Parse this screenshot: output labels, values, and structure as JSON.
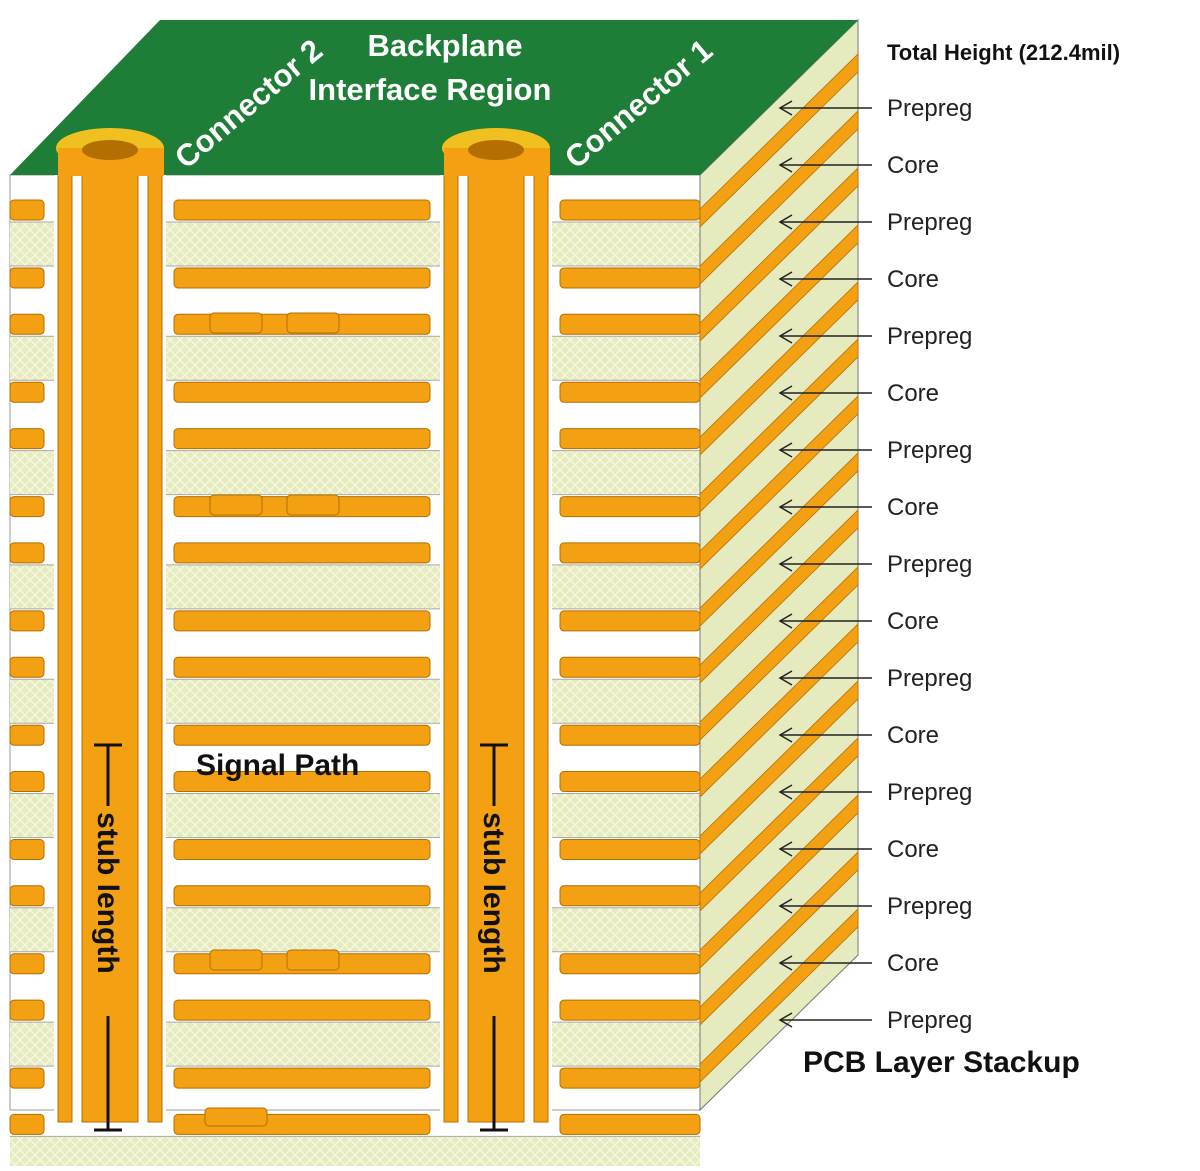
{
  "diagram": {
    "top_title_line1": "Backplane",
    "top_title_line2": "Interface Region",
    "connector_left": "Connector 2",
    "connector_right": "Connector 1",
    "total_height": "Total Height (212.4mil)",
    "signal_path": "Signal Path",
    "stub_label": "stub length",
    "stackup_title": "PCB Layer Stackup",
    "layers": [
      "Prepreg",
      "Core",
      "Prepreg",
      "Core",
      "Prepreg",
      "Core",
      "Prepreg",
      "Core",
      "Prepreg",
      "Core",
      "Prepreg",
      "Core",
      "Prepreg",
      "Core",
      "Prepreg",
      "Core",
      "Prepreg"
    ]
  },
  "colors": {
    "board_top": "#1e7d37",
    "copper": "#f3a012",
    "copper_dark": "#b36f00",
    "dielectric": "#e6ebbf",
    "laminate": "#ffffff",
    "via_cap": "#f0c020"
  }
}
